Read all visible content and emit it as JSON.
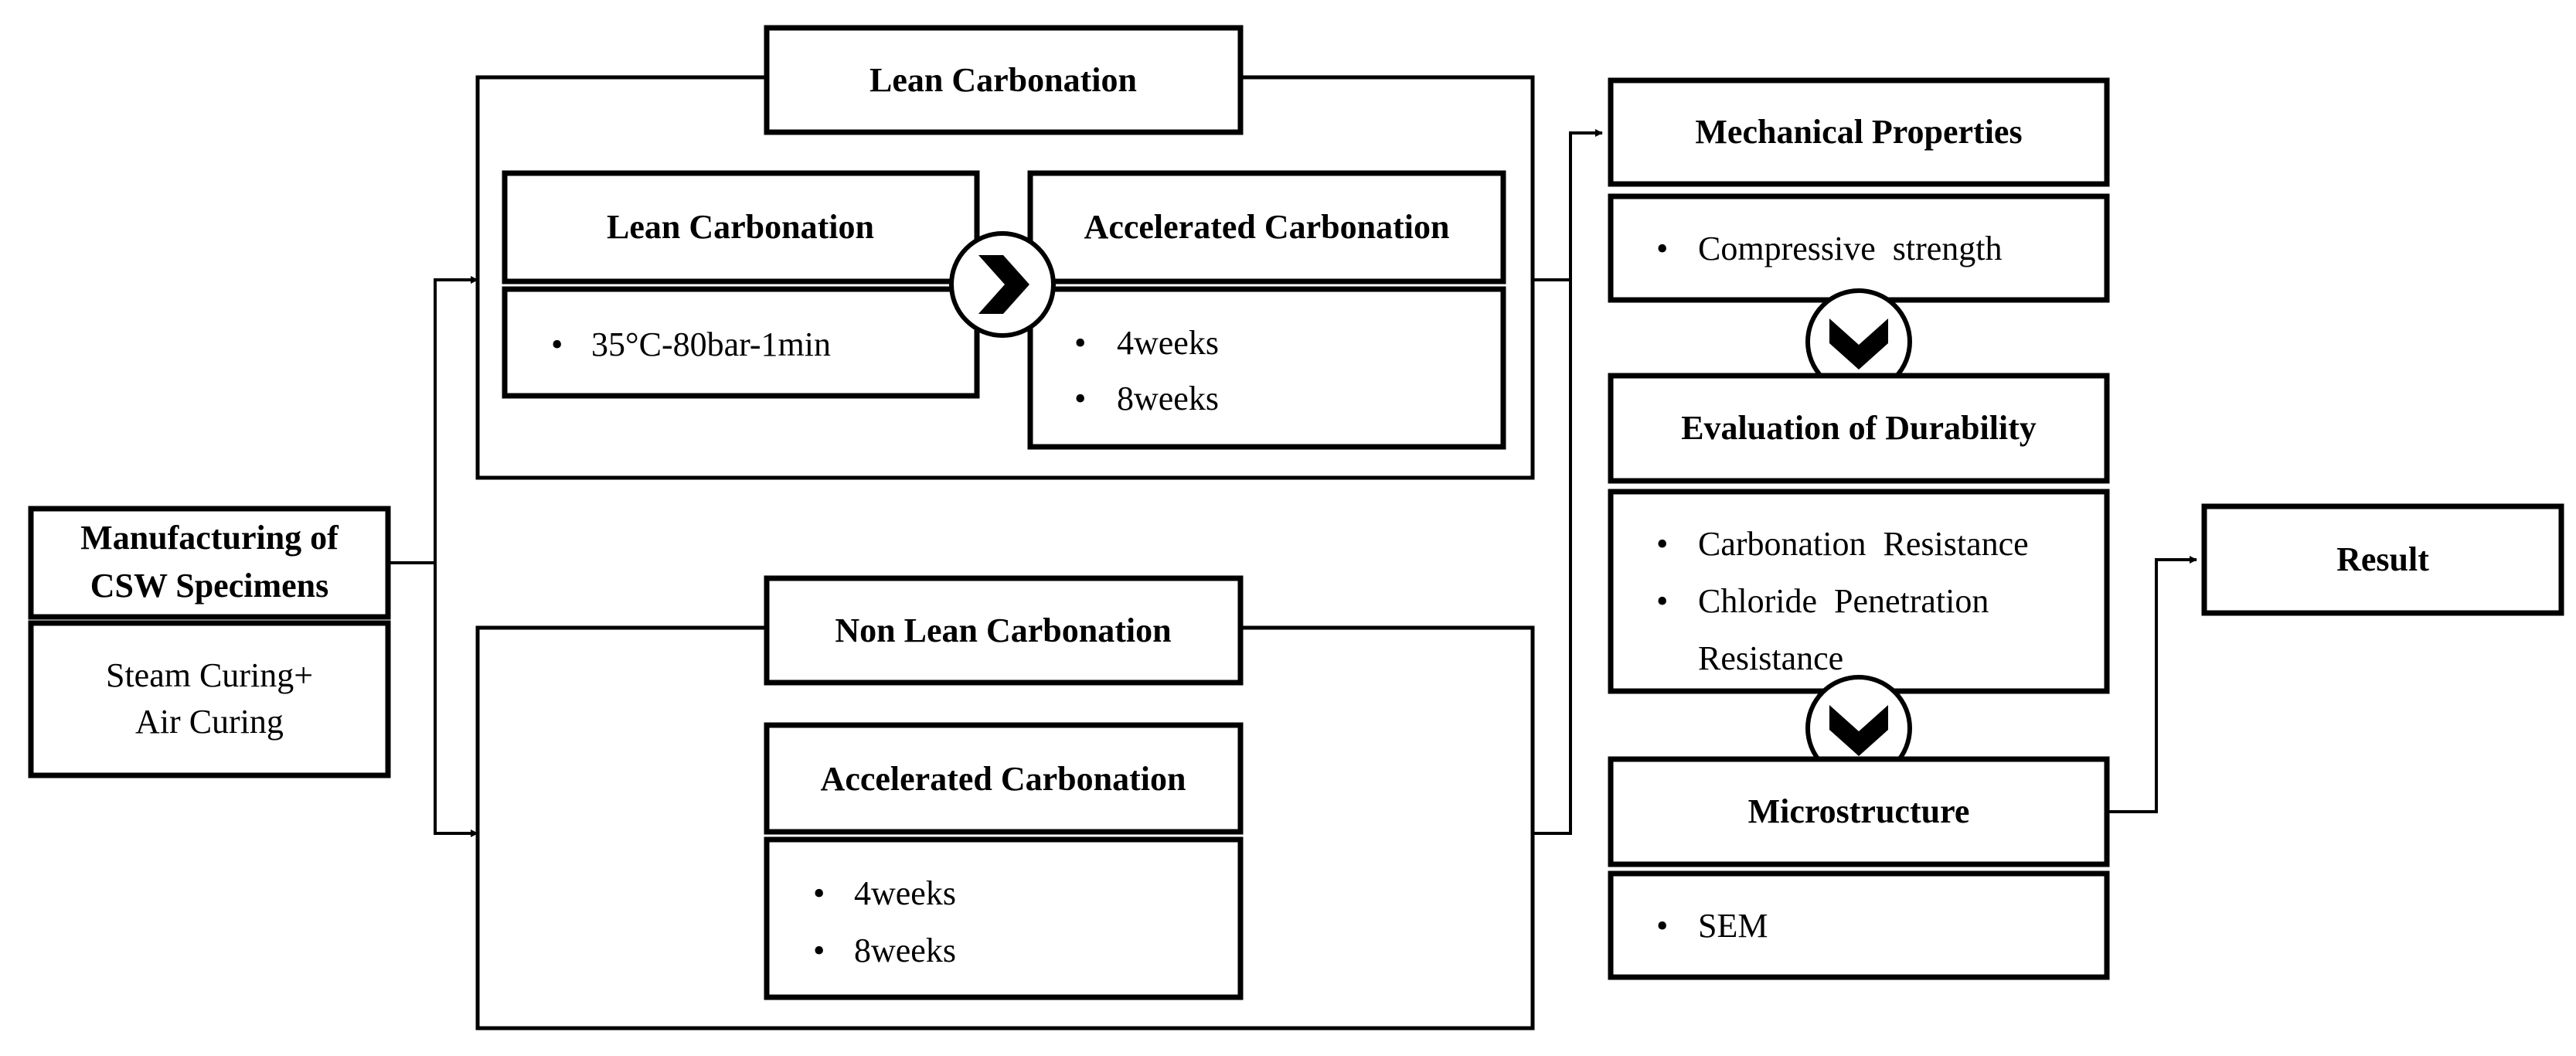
{
  "diagram": {
    "start": {
      "title_line1": "Manufacturing of",
      "title_line2": "CSW Specimens",
      "detail_line1": "Steam Curing+",
      "detail_line2": "Air Curing"
    },
    "lean_group": {
      "label": "Lean Carbonation",
      "step1": {
        "title": "Lean Carbonation",
        "items": [
          "35°C-80bar-1min"
        ]
      },
      "step2": {
        "title": "Accelerated Carbonation",
        "items": [
          "4weeks",
          "8weeks"
        ]
      }
    },
    "non_lean_group": {
      "label": "Non Lean Carbonation",
      "step": {
        "title": "Accelerated Carbonation",
        "items": [
          "4weeks",
          "8weeks"
        ]
      }
    },
    "evaluation": {
      "mechanical": {
        "title": "Mechanical Properties",
        "items": [
          "Compressive  strength"
        ]
      },
      "durability": {
        "title": "Evaluation of Durability",
        "items": [
          "Carbonation  Resistance",
          "Chloride  Penetration",
          "Resistance"
        ]
      },
      "microstructure": {
        "title": "Microstructure",
        "items": [
          "SEM"
        ]
      }
    },
    "result": {
      "title": "Result"
    },
    "bullet_char": "•"
  }
}
